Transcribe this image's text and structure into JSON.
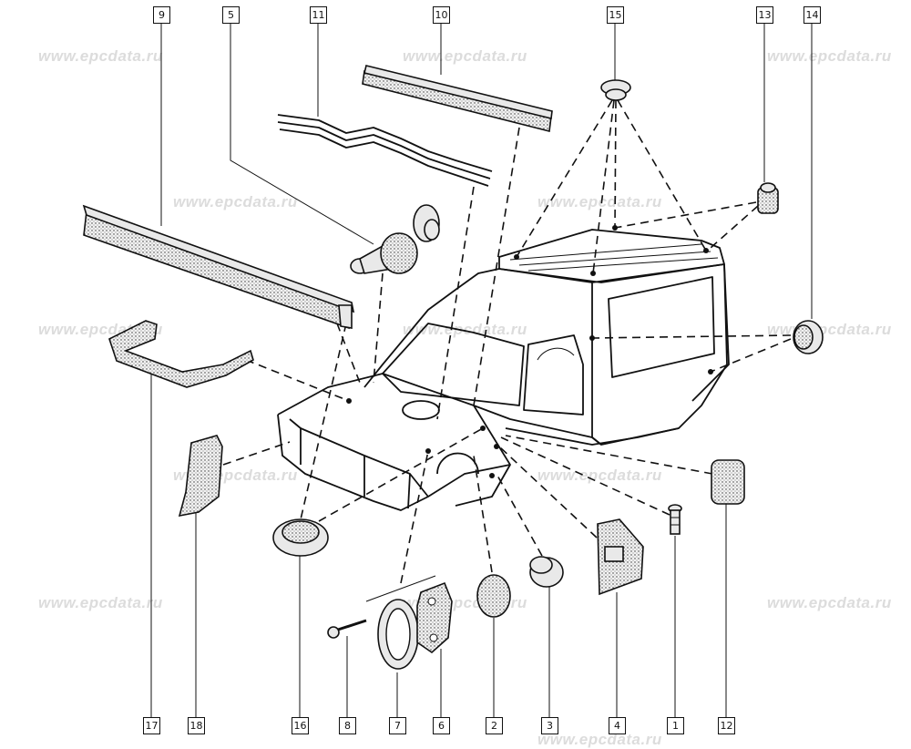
{
  "watermark_text": "www.epcdata.ru",
  "watermarks": [
    {
      "id": "wm-1"
    },
    {
      "id": "wm-2"
    },
    {
      "id": "wm-3"
    },
    {
      "id": "wm-4"
    },
    {
      "id": "wm-5"
    },
    {
      "id": "wm-6"
    },
    {
      "id": "wm-7"
    },
    {
      "id": "wm-8"
    },
    {
      "id": "wm-9"
    },
    {
      "id": "wm-10"
    },
    {
      "id": "wm-11"
    },
    {
      "id": "wm-12"
    },
    {
      "id": "wm-13"
    },
    {
      "id": "wm-14"
    }
  ],
  "callouts": {
    "c9": "9",
    "c5": "5",
    "c11": "11",
    "c10": "10",
    "c15": "15",
    "c13": "13",
    "c14": "14",
    "c17": "17",
    "c18": "18",
    "c16": "16",
    "c8": "8",
    "c7": "7",
    "c6": "6",
    "c2": "2",
    "c3": "3",
    "c4": "4",
    "c1": "1",
    "c12": "12"
  }
}
